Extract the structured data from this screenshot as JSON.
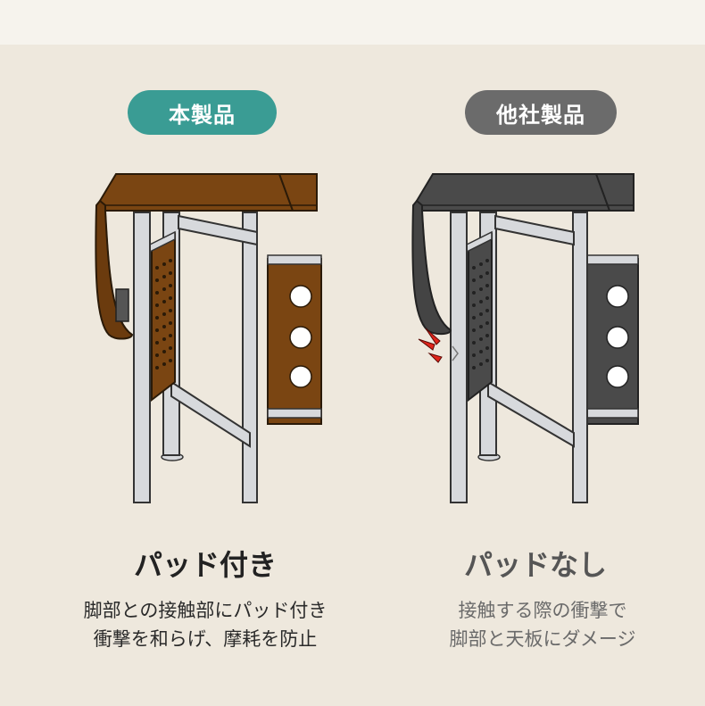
{
  "colors": {
    "background": "#eee8dd",
    "ours_accent": "#3a9c94",
    "other_accent": "#6b6b6b",
    "ours_wood": "#7a4512",
    "other_top": "#4a4a4a",
    "impact_red": "#e0251b"
  },
  "ours": {
    "badge": "本製品",
    "heading": "パッド付き",
    "desc_line1": "脚部との接触部にパッド付き",
    "desc_line2": "衝撃を和らげ、摩耗を防止"
  },
  "other": {
    "badge": "他社製品",
    "heading": "パッドなし",
    "desc_line1": "接触する際の衝撃で",
    "desc_line2": "脚部と天板にダメージ"
  }
}
